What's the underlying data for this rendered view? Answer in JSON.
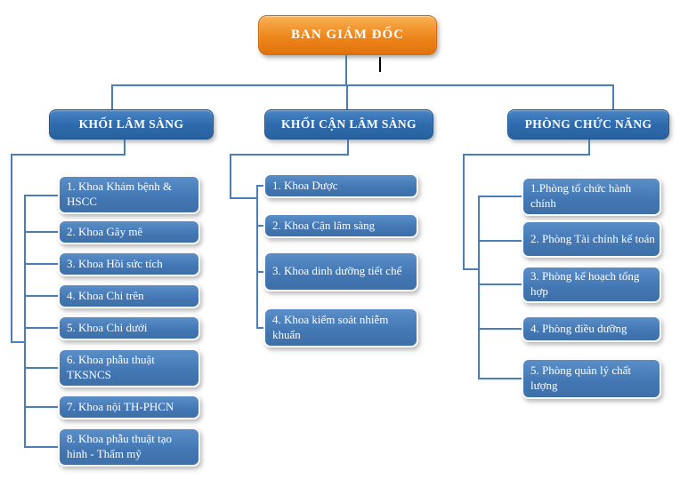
{
  "root": {
    "label": "BAN GIÁM ĐỐC"
  },
  "colors": {
    "root_orange": "#ED861B",
    "header_blue": "#2F6BAD",
    "item_blue": "#4377B3",
    "connector_blue": "#4A7EBB",
    "text": "#FFFFFF"
  },
  "columns": [
    {
      "header": "KHỐI LÂM SÀNG",
      "items": [
        "1. Khoa Khám bệnh & HSCC",
        "2. Khoa Gây mê",
        "3. Khoa Hồi sức tích",
        "4. Khoa Chi trên",
        "5. Khoa Chi dưới",
        "6. Khoa phẫu thuật TKSNCS",
        "7. Khoa nội TH-PHCN",
        "8. Khoa phẫu thuật tạo hình - Thẩm mỹ"
      ]
    },
    {
      "header": "KHỐI CẬN LÂM SÀNG",
      "items": [
        "1. Khoa Dược",
        "2. Khoa Cận lâm sàng",
        "3. Khoa dinh dưỡng tiết chế",
        "4. Khoa kiểm soát nhiễm khuẩn"
      ]
    },
    {
      "header": "PHÒNG CHỨC NĂNG",
      "items": [
        "1.Phòng tổ chức hành chính",
        "2. Phòng Tài chính kế toán",
        "3. Phòng kế hoạch tổng hợp",
        "4. Phòng điều dưỡng",
        "5. Phòng quản lý chất lượng"
      ]
    }
  ]
}
